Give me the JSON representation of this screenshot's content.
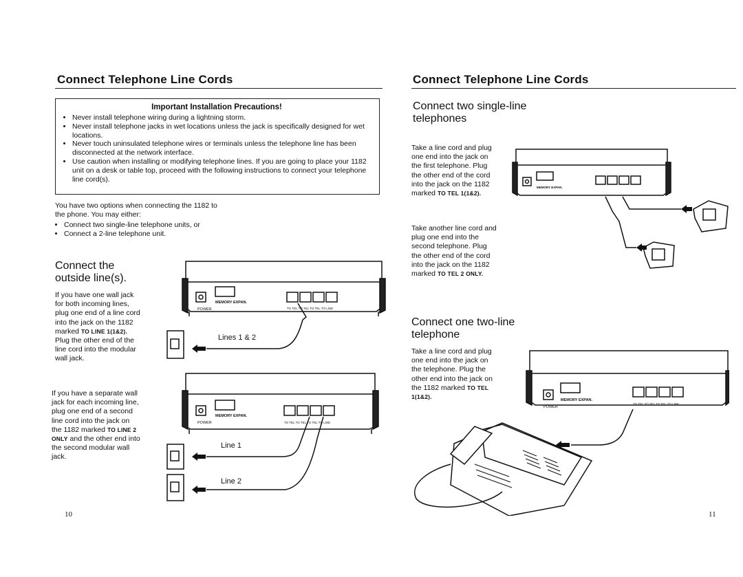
{
  "left": {
    "heading": "Connect Telephone Line Cords",
    "precautions": {
      "title": "Important Installation Precautions!",
      "items": [
        "Never install telephone wiring during a lightning storm.",
        "Never install telephone jacks in wet locations unless the jack is specifically designed for wet locations.",
        "Never touch uninsulated telephone wires or terminals unless the telephone line has been disconnected at the network interface.",
        "Use caution when installing or modifying telephone lines. If you are going to place your 1182 unit on a desk or table top, proceed with the following instructions to connect your telephone line cord(s)."
      ]
    },
    "intro": "You have two options when connecting the 1182 to the phone. You may either:",
    "options": [
      "Connect two single-line telephone units, or",
      "Connect a 2-line telephone unit."
    ],
    "outside": {
      "heading_line1": "Connect the",
      "heading_line2": "outside line(s).",
      "para1_a": "If you have one wall jack for both incoming lines, plug one end of a line cord into the jack on the 1182 marked ",
      "para1_mark": "TO LINE 1(1&2).",
      "para1_b": " Plug the other end of the line cord into the modular wall jack.",
      "para2_a": "If you have a separate wall jack for each incoming line, plug one end of a second line cord into the jack on the 1182 marked ",
      "para2_mark": "TO LINE 2 ONLY",
      "para2_b": " and the other end into the second modular wall jack."
    },
    "diagrams": {
      "memory_label": "MEMORY EXPAN.",
      "power_label": "POWER",
      "jack_labels": "TO TEL  TO TEL  TO TEL  TO LINE",
      "lines_1_2": "Lines 1 & 2",
      "line_1": "Line 1",
      "line_2": "Line 2"
    },
    "page_number": "10"
  },
  "right": {
    "heading": "Connect Telephone Line Cords",
    "single": {
      "heading_line1": "Connect two single-line",
      "heading_line2": "telephones",
      "para1_a": "Take a line cord and plug one end into the jack on the first telephone. Plug the other end of the cord into the jack on the 1182 marked ",
      "para1_mark": "TO TEL 1(1&2).",
      "para2_a": "Take another line cord and plug one end into the second telephone. Plug the other end of the cord into the jack on the 1182 marked ",
      "para2_mark": "TO TEL 2 ONLY."
    },
    "two_line": {
      "heading_line1": "Connect one two-line",
      "heading_line2": "telephone",
      "para_a": "Take a line cord and plug one end into the jack on the telephone. Plug the other end into the jack on the 1182 marked ",
      "para_mark": "TO TEL 1(1&2)."
    },
    "page_number": "11"
  }
}
